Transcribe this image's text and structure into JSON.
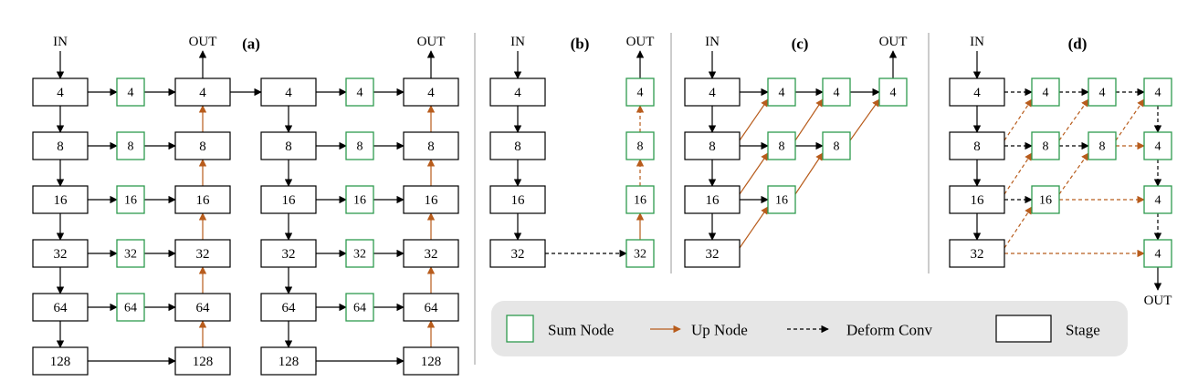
{
  "colors": {
    "stage_border": "#000000",
    "sum_node": "#2e9a4e",
    "up_node": "#b85c1c",
    "deform": "#000000",
    "legend_bg": "#e6e6e6"
  },
  "labels": {
    "in": "IN",
    "out": "OUT"
  },
  "panels": {
    "a": "(a)",
    "b": "(b)",
    "c": "(c)",
    "d": "(d)"
  },
  "panel_a": {
    "stages": [
      "4",
      "8",
      "16",
      "32",
      "64",
      "128"
    ],
    "sum_nodes": [
      "4",
      "8",
      "16",
      "32",
      "64"
    ],
    "up_nodes": [
      "4",
      "8",
      "16",
      "32",
      "64",
      "128"
    ]
  },
  "panel_b": {
    "stages": [
      "4",
      "8",
      "16",
      "32"
    ],
    "sum_nodes": [
      "4",
      "8",
      "16",
      "32"
    ]
  },
  "panel_c": {
    "stages": [
      "4",
      "8",
      "16",
      "32"
    ],
    "col1": [
      "4",
      "8",
      "16"
    ],
    "col2": [
      "4",
      "8"
    ],
    "col3": [
      "4"
    ]
  },
  "panel_d": {
    "stages": [
      "4",
      "8",
      "16",
      "32"
    ],
    "col1": [
      "4",
      "8",
      "16"
    ],
    "col2": [
      "4",
      "8"
    ],
    "col3": [
      "4",
      "4",
      "4",
      "4"
    ]
  },
  "legend": {
    "sum_node": "Sum Node",
    "up_node": "Up Node",
    "deform_conv": "Deform Conv",
    "stage": "Stage"
  }
}
